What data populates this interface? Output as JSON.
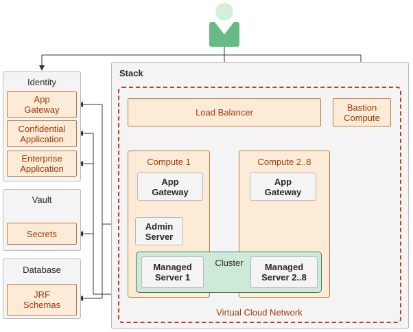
{
  "identity": {
    "title": "Identity",
    "app_gateway": "App\nGateway",
    "confidential_app": "Confidential\nApplication",
    "enterprise_app": "Enterprise\nApplication"
  },
  "vault": {
    "title": "Vault",
    "secrets": "Secrets"
  },
  "database": {
    "title": "Database",
    "jrf_schemas": "JRF\nSchemas"
  },
  "stack": {
    "title": "Stack",
    "load_balancer": "Load Balancer",
    "bastion": "Bastion\nCompute",
    "compute1": {
      "title": "Compute 1",
      "app_gateway": "App\nGateway",
      "admin_server": "Admin\nServer",
      "managed_server": "Managed\nServer 1"
    },
    "compute2": {
      "title": "Compute 2..8",
      "app_gateway": "App\nGateway",
      "managed_server": "Managed\nServer 2..8"
    },
    "cluster": "Cluster",
    "vcn": "Virtual Cloud Network"
  },
  "colors": {
    "orange_fill": "#fcebd6",
    "orange_text": "#a23a0b",
    "vcn_dash": "#c23b2a",
    "cluster_fill": "#cde9d8",
    "user_icon": "#66bb85"
  },
  "icons": {
    "user": "user-icon"
  }
}
